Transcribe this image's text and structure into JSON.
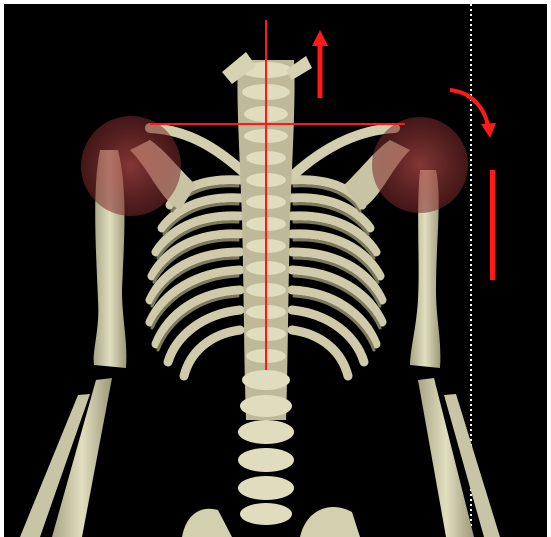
{
  "scene": {
    "subject": "skeleton-torso-posterior-view",
    "colors": {
      "background": "#000000",
      "frame": "#ffffff",
      "bone": "#d7d4b4",
      "bone_shadow": "#8e8a6c",
      "annotation": "#ff1a1a",
      "joint_highlight": "#a23a3a",
      "guide_line": "#ffffff"
    },
    "annotations": [
      {
        "name": "vertical-midline",
        "kind": "line"
      },
      {
        "name": "shoulder-line",
        "kind": "line"
      },
      {
        "name": "up-arrow",
        "kind": "arrow",
        "direction": "up"
      },
      {
        "name": "curved-rotation-arrow",
        "kind": "arrow",
        "direction": "clockwise"
      },
      {
        "name": "range-bar",
        "kind": "bar"
      },
      {
        "name": "dotted-guide-line",
        "kind": "line",
        "style": "dotted"
      }
    ]
  }
}
